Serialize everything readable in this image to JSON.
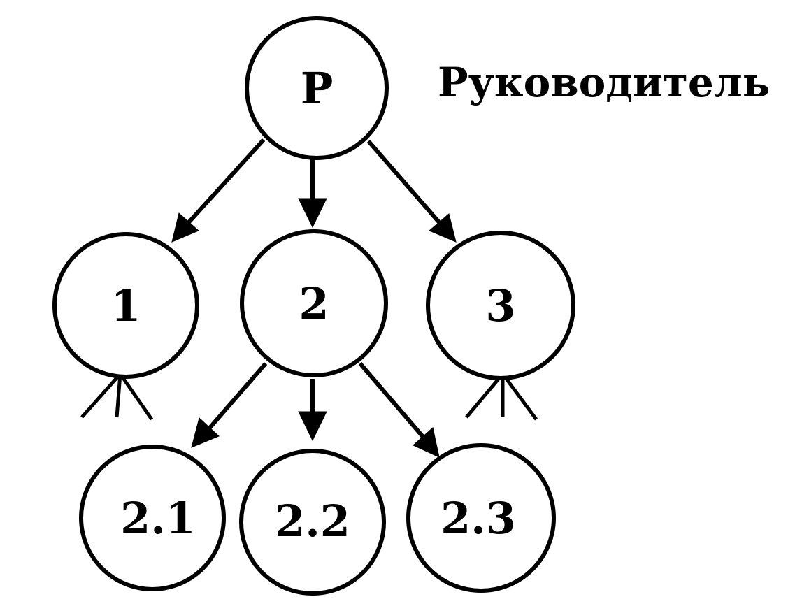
{
  "caption": "Руководитель",
  "nodes": {
    "root": {
      "label": "Р"
    },
    "n1": {
      "label": "1"
    },
    "n2": {
      "label": "2"
    },
    "n3": {
      "label": "3"
    },
    "n21": {
      "label": "2.1"
    },
    "n22": {
      "label": "2.2"
    },
    "n23": {
      "label": "2.3"
    }
  },
  "edges": [
    {
      "from": "root",
      "to": "n1"
    },
    {
      "from": "root",
      "to": "n2"
    },
    {
      "from": "root",
      "to": "n3"
    },
    {
      "from": "n2",
      "to": "n21"
    },
    {
      "from": "n2",
      "to": "n22"
    },
    {
      "from": "n2",
      "to": "n23"
    }
  ],
  "colors": {
    "stroke": "#000000",
    "background": "#ffffff"
  }
}
